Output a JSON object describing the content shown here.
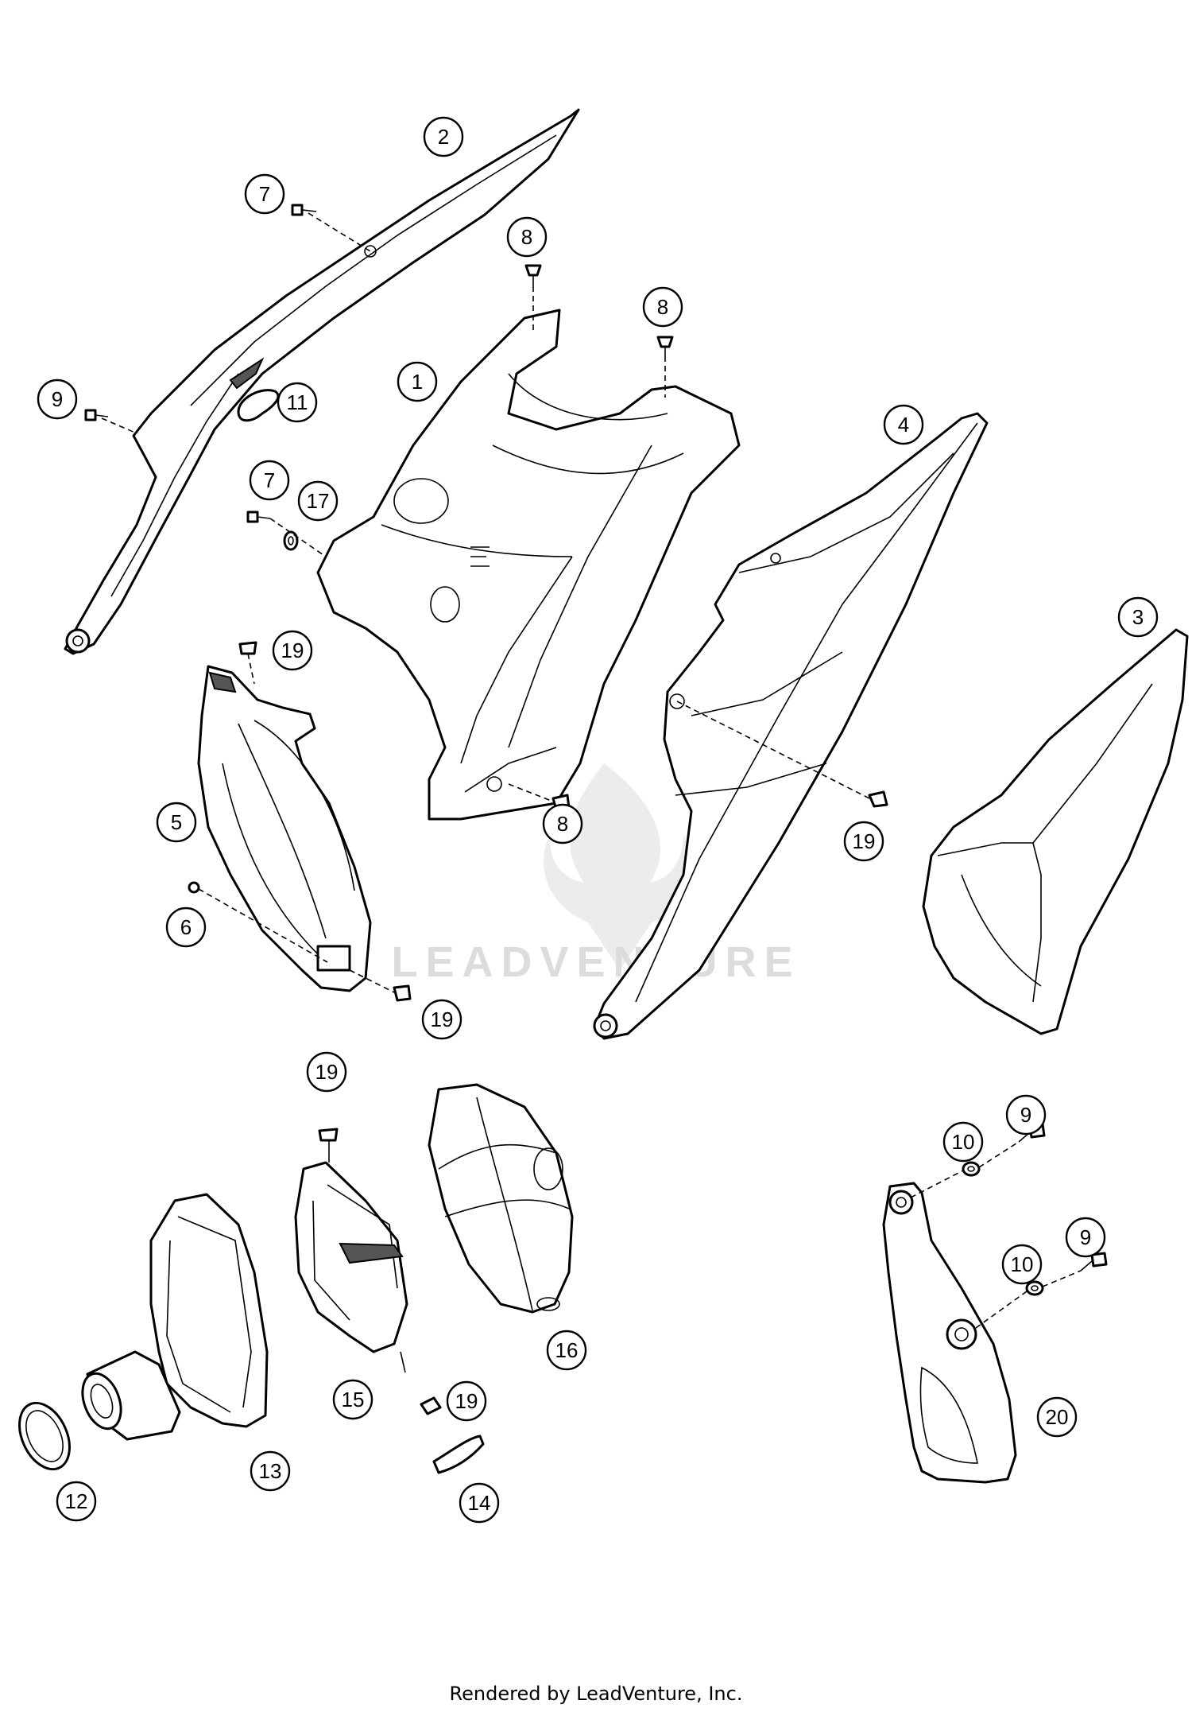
{
  "watermark": {
    "text": "LEADVENTURE"
  },
  "credit": "Rendered by LeadVenture, Inc.",
  "callouts": [
    {
      "id": "c1",
      "label": "1"
    },
    {
      "id": "c2",
      "label": "2"
    },
    {
      "id": "c3",
      "label": "3"
    },
    {
      "id": "c4",
      "label": "4"
    },
    {
      "id": "c5",
      "label": "5"
    },
    {
      "id": "c6",
      "label": "6"
    },
    {
      "id": "c7a",
      "label": "7"
    },
    {
      "id": "c7b",
      "label": "7"
    },
    {
      "id": "c8a",
      "label": "8"
    },
    {
      "id": "c8b",
      "label": "8"
    },
    {
      "id": "c8c",
      "label": "8"
    },
    {
      "id": "c9a",
      "label": "9"
    },
    {
      "id": "c9b",
      "label": "9"
    },
    {
      "id": "c9c",
      "label": "9"
    },
    {
      "id": "c10a",
      "label": "10"
    },
    {
      "id": "c10b",
      "label": "10"
    },
    {
      "id": "c11",
      "label": "11"
    },
    {
      "id": "c12",
      "label": "12"
    },
    {
      "id": "c13",
      "label": "13"
    },
    {
      "id": "c14",
      "label": "14"
    },
    {
      "id": "c15",
      "label": "15"
    },
    {
      "id": "c16",
      "label": "16"
    },
    {
      "id": "c17",
      "label": "17"
    },
    {
      "id": "c19a",
      "label": "19"
    },
    {
      "id": "c19b",
      "label": "19"
    },
    {
      "id": "c19c",
      "label": "19"
    },
    {
      "id": "c19d",
      "label": "19"
    },
    {
      "id": "c19e",
      "label": "19"
    },
    {
      "id": "c20",
      "label": "20"
    }
  ]
}
